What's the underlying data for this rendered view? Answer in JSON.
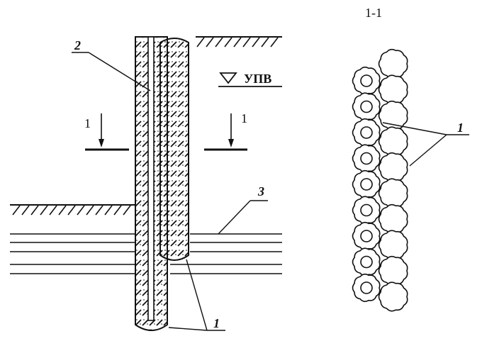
{
  "section_title": "1-1",
  "water_level_label": "УПВ",
  "section_mark_left": "1",
  "section_mark_right": "1",
  "callout_wall": "1",
  "callout_section": "1",
  "callout_tube": "2",
  "callout_layers": "3",
  "colors": {
    "ink": "#111111",
    "background": "#ffffff"
  }
}
